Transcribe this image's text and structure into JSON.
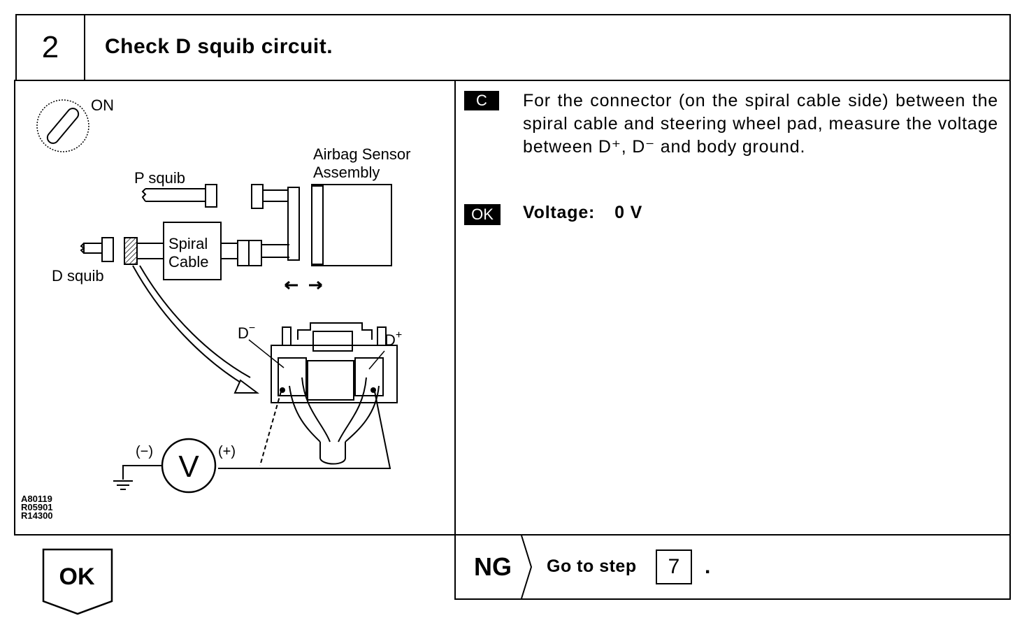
{
  "step": {
    "number": "2",
    "title": "Check D squib circuit."
  },
  "figure": {
    "ignition_label": "ON",
    "airbag_sensor_line1": "Airbag Sensor",
    "airbag_sensor_line2": "Assembly",
    "p_squib": "P squib",
    "d_squib": "D squib",
    "spiral_line1": "Spiral",
    "spiral_line2": "Cable",
    "d_minus": "D",
    "d_minus_sup": "−",
    "d_plus": "D",
    "d_plus_sup": "+",
    "neg_probe": "(−)",
    "pos_probe": "(+)",
    "meter_symbol": "V",
    "codes": [
      "A80119",
      "R05901",
      "R14300"
    ]
  },
  "instructions": {
    "c_tag": "C",
    "text": "For the connector (on the spiral cable side) between the spiral cable and steering wheel pad, measure the voltage between D⁺, D⁻ and body ground.",
    "ok_tag": "OK",
    "ok_label": "Voltage:",
    "ok_value": "0 V"
  },
  "ok_branch": {
    "label": "OK"
  },
  "ng_branch": {
    "label": "NG",
    "goto_text": "Go to step",
    "goto_step": "7",
    "period": "."
  }
}
